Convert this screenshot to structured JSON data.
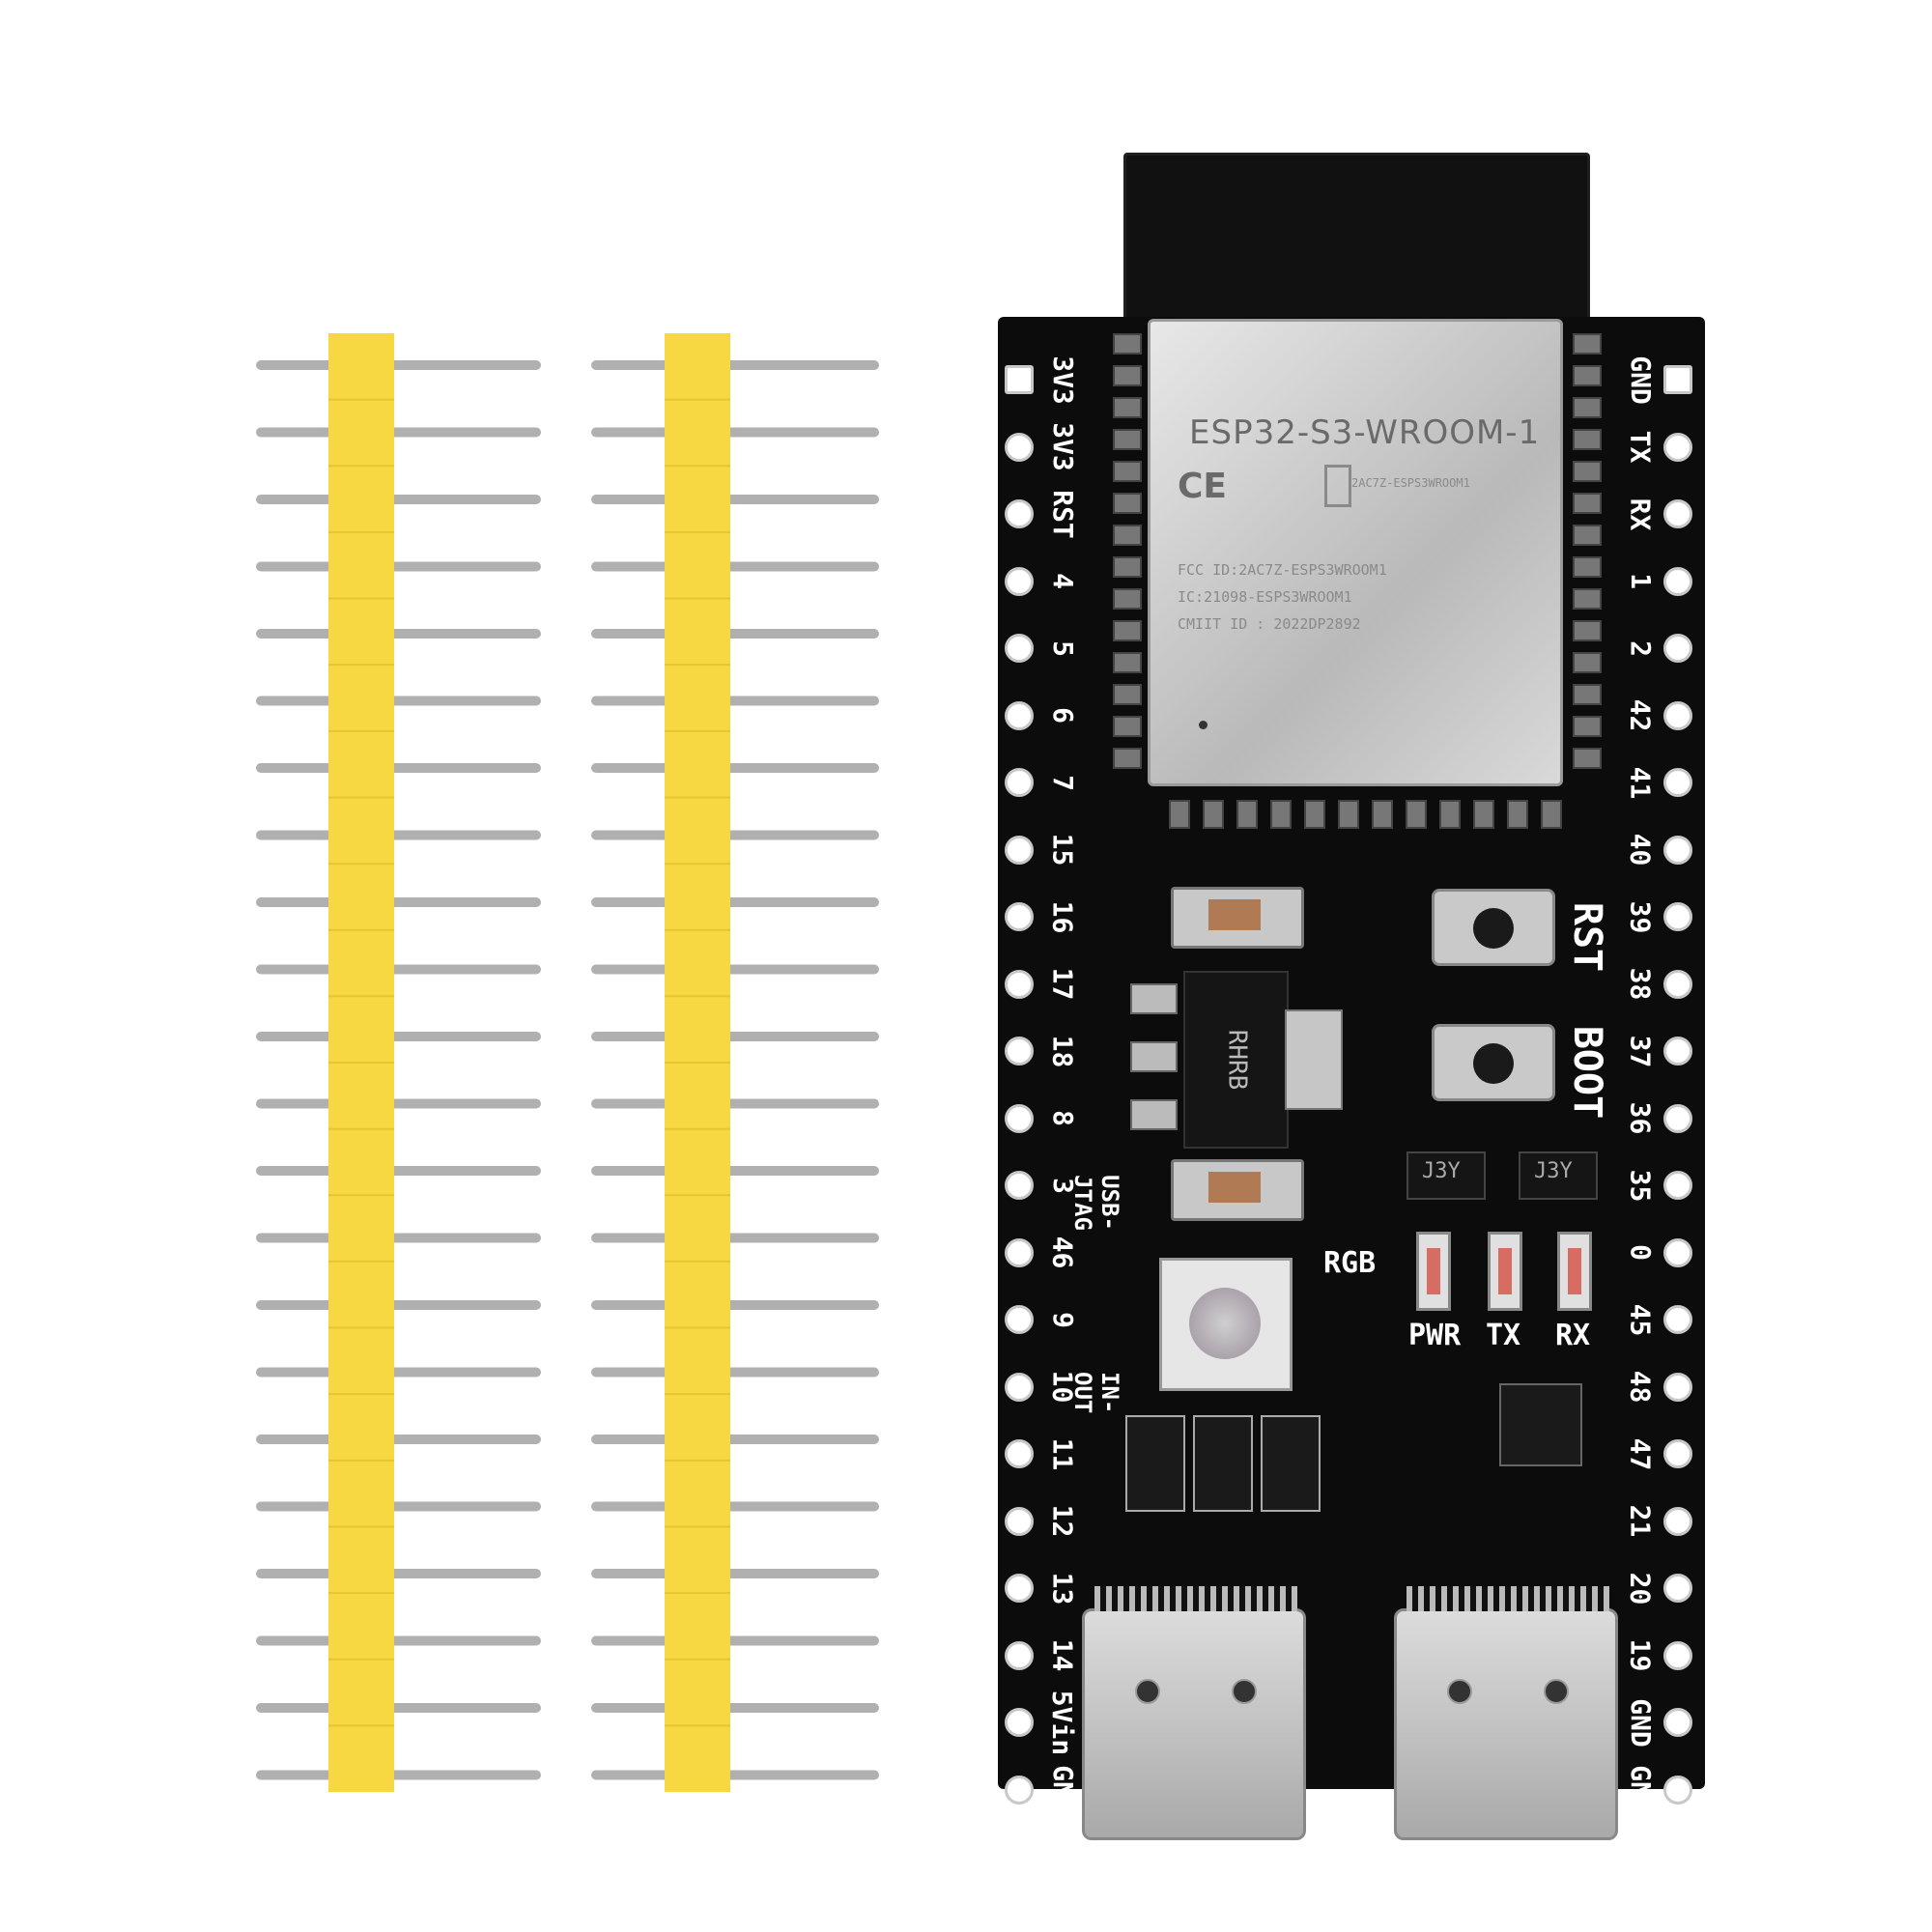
{
  "headers": {
    "count": 2,
    "pins_per_header": 22,
    "spacer_color": "#f7d843",
    "pin_color": "#b0b0b0"
  },
  "board": {
    "pcb_color": "#0c0c0c",
    "module": {
      "title": "ESP32-S3-WROOM-1",
      "ce_mark": "CE",
      "qr_text": "2AC7Z-ESPS3WROOM1",
      "fcc_id": "FCC ID:2AC7Z-ESPS3WROOM1",
      "ic": "IC:21098-ESPS3WROOM1",
      "cmiit_id": "CMIIT ID : 2022DP2892"
    },
    "left_pins": [
      "3V3",
      "3V3",
      "RST",
      "4",
      "5",
      "6",
      "7",
      "15",
      "16",
      "17",
      "18",
      "8",
      "3",
      "46",
      "9",
      "10",
      "11",
      "12",
      "13",
      "14",
      "5Vin",
      "GND"
    ],
    "right_pins": [
      "GND",
      "TX",
      "RX",
      "1",
      "2",
      "42",
      "41",
      "40",
      "39",
      "38",
      "37",
      "36",
      "35",
      "0",
      "45",
      "48",
      "47",
      "21",
      "20",
      "19",
      "GND",
      "GND"
    ],
    "buttons": [
      "RST",
      "BOOT"
    ],
    "regulator_marking": "RHRB",
    "transistor_marking": "J3Y",
    "silkscreen": {
      "rgb": "RGB",
      "pwr": "PWR",
      "tx": "TX",
      "rx": "RX",
      "usb_jtag": "USB-JTAG",
      "in_out": "IN-OUT"
    },
    "usb_ports": 2
  }
}
